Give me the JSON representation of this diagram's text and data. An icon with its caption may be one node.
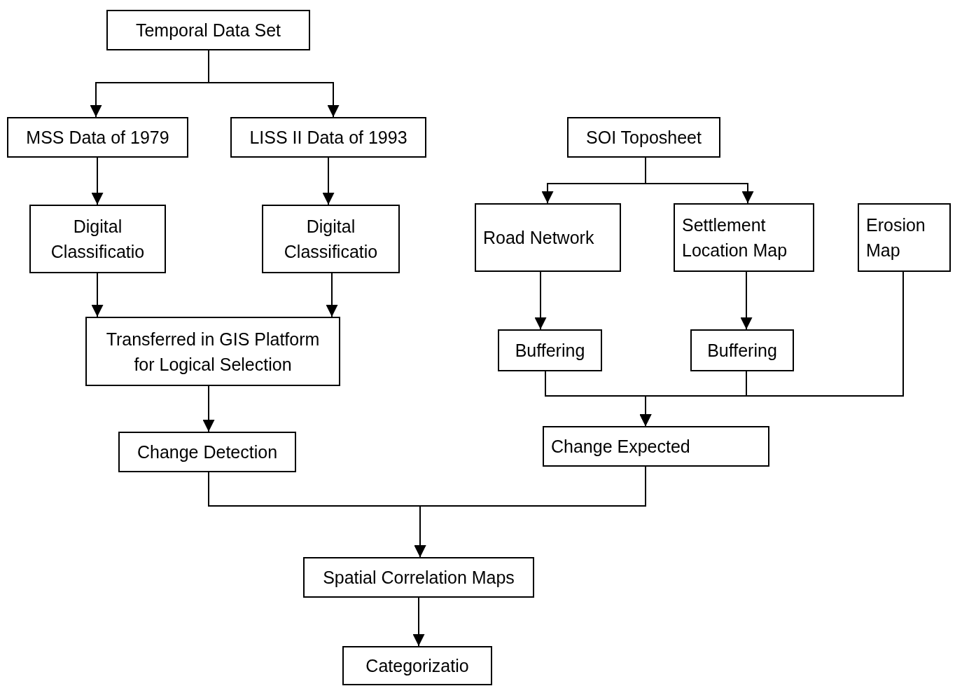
{
  "diagram": {
    "nodes": [
      {
        "text": [
          "Temporal Data Set"
        ]
      },
      {
        "text": [
          "MSS Data of 1979"
        ]
      },
      {
        "text": [
          "LISS II Data of 1993"
        ]
      },
      {
        "text": [
          "SOI Toposheet"
        ]
      },
      {
        "text": [
          "Digital Classificatio"
        ]
      },
      {
        "text": [
          "Digital Classificatio"
        ]
      },
      {
        "text": [
          "Road Network"
        ]
      },
      {
        "text": [
          "Settlement Location Map"
        ]
      },
      {
        "text": [
          "Erosion Map"
        ]
      },
      {
        "text": [
          "Transferred in GIS Platform for Logical Selection"
        ]
      },
      {
        "text": [
          "Buffering"
        ]
      },
      {
        "text": [
          "Buffering"
        ]
      },
      {
        "text": [
          "Change Detection"
        ]
      },
      {
        "text": [
          "Change Expected"
        ]
      },
      {
        "text": [
          "Spatial Correlation Maps"
        ]
      },
      {
        "text": [
          "Categorizatio"
        ]
      }
    ],
    "edges": [
      {
        "from": 0,
        "to": 1,
        "arrow": "to"
      },
      {
        "from": 0,
        "to": 2,
        "arrow": "to"
      },
      {
        "from": 1,
        "to": 4,
        "arrow": "to"
      },
      {
        "from": 2,
        "to": 5,
        "arrow": "to"
      },
      {
        "from": 3,
        "to": 6,
        "arrow": "to"
      },
      {
        "from": 3,
        "to": 7,
        "arrow": "to"
      },
      {
        "from": 4,
        "to": 9,
        "arrow": "to"
      },
      {
        "from": 5,
        "to": 9,
        "arrow": "to"
      },
      {
        "from": 6,
        "to": 10,
        "arrow": "to"
      },
      {
        "from": 7,
        "to": 11,
        "arrow": "to"
      },
      {
        "from": 10,
        "to": 13,
        "arrow": "to"
      },
      {
        "from": 11,
        "to": 13,
        "arrow": "to"
      },
      {
        "from": 8,
        "to": 13,
        "arrow": "to"
      },
      {
        "from": 9,
        "to": 12,
        "arrow": "to"
      },
      {
        "from": 12,
        "to": 14,
        "arrow": "to"
      },
      {
        "from": 13,
        "to": 14,
        "arrow": "to"
      },
      {
        "from": 14,
        "to": 15,
        "arrow": "to"
      }
    ]
  }
}
